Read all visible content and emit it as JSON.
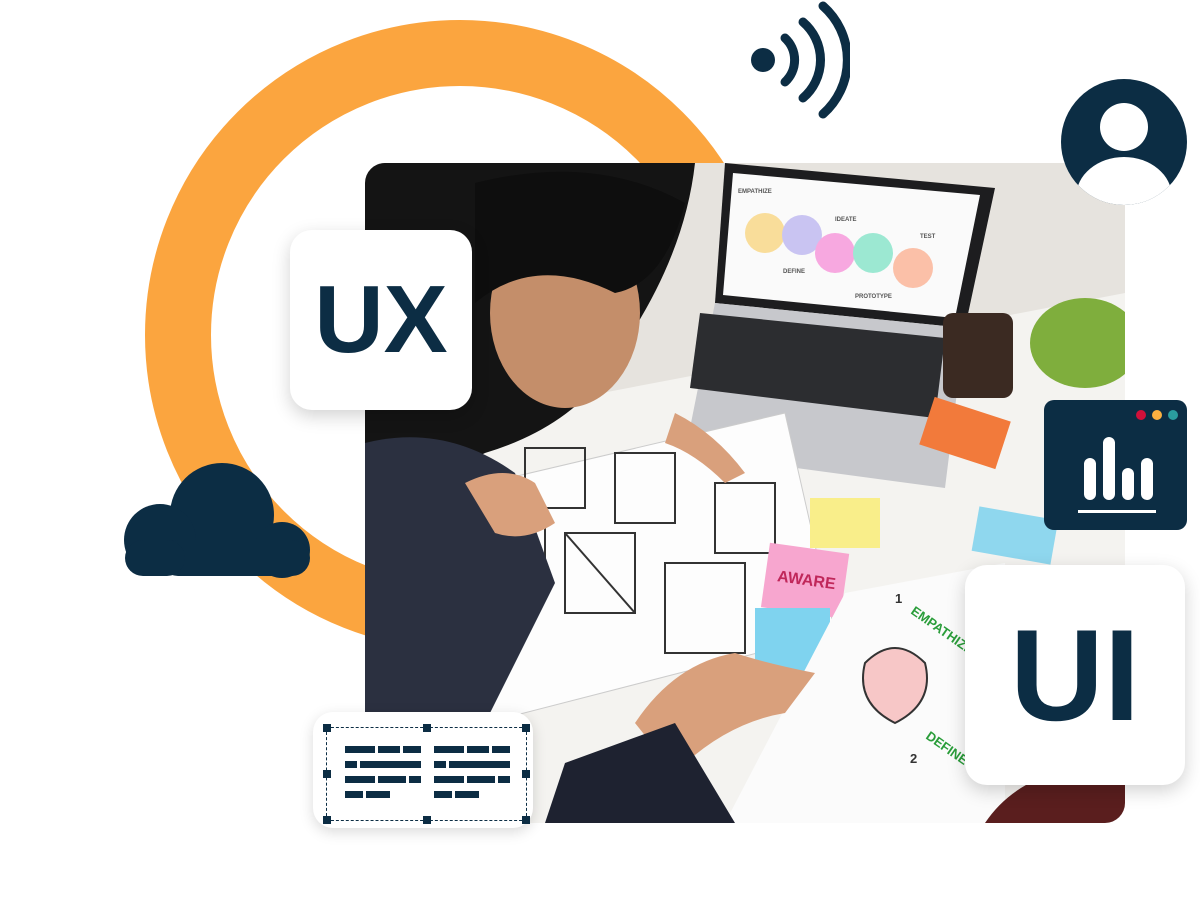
{
  "badges": {
    "ux": "UX",
    "ui": "UI"
  },
  "photo": {
    "sticky_note_text": "AWARE",
    "paper_labels": [
      "EMPATHIZE",
      "DEFINE"
    ],
    "step_numbers": [
      "1",
      "2"
    ],
    "screen_labels": [
      "EMPATHIZE",
      "IDEATE",
      "TEST",
      "DEFINE",
      "PROTOTYPE"
    ]
  },
  "icons": [
    "wifi-icon",
    "user-avatar-icon",
    "cloud-icon",
    "bar-chart-window-icon",
    "text-layout-icon"
  ],
  "colors": {
    "navy": "#0c2d44",
    "orange": "#fba53f",
    "dot_red": "#d0103a",
    "dot_yellow": "#fbb040",
    "dot_teal": "#2a9d9f"
  }
}
